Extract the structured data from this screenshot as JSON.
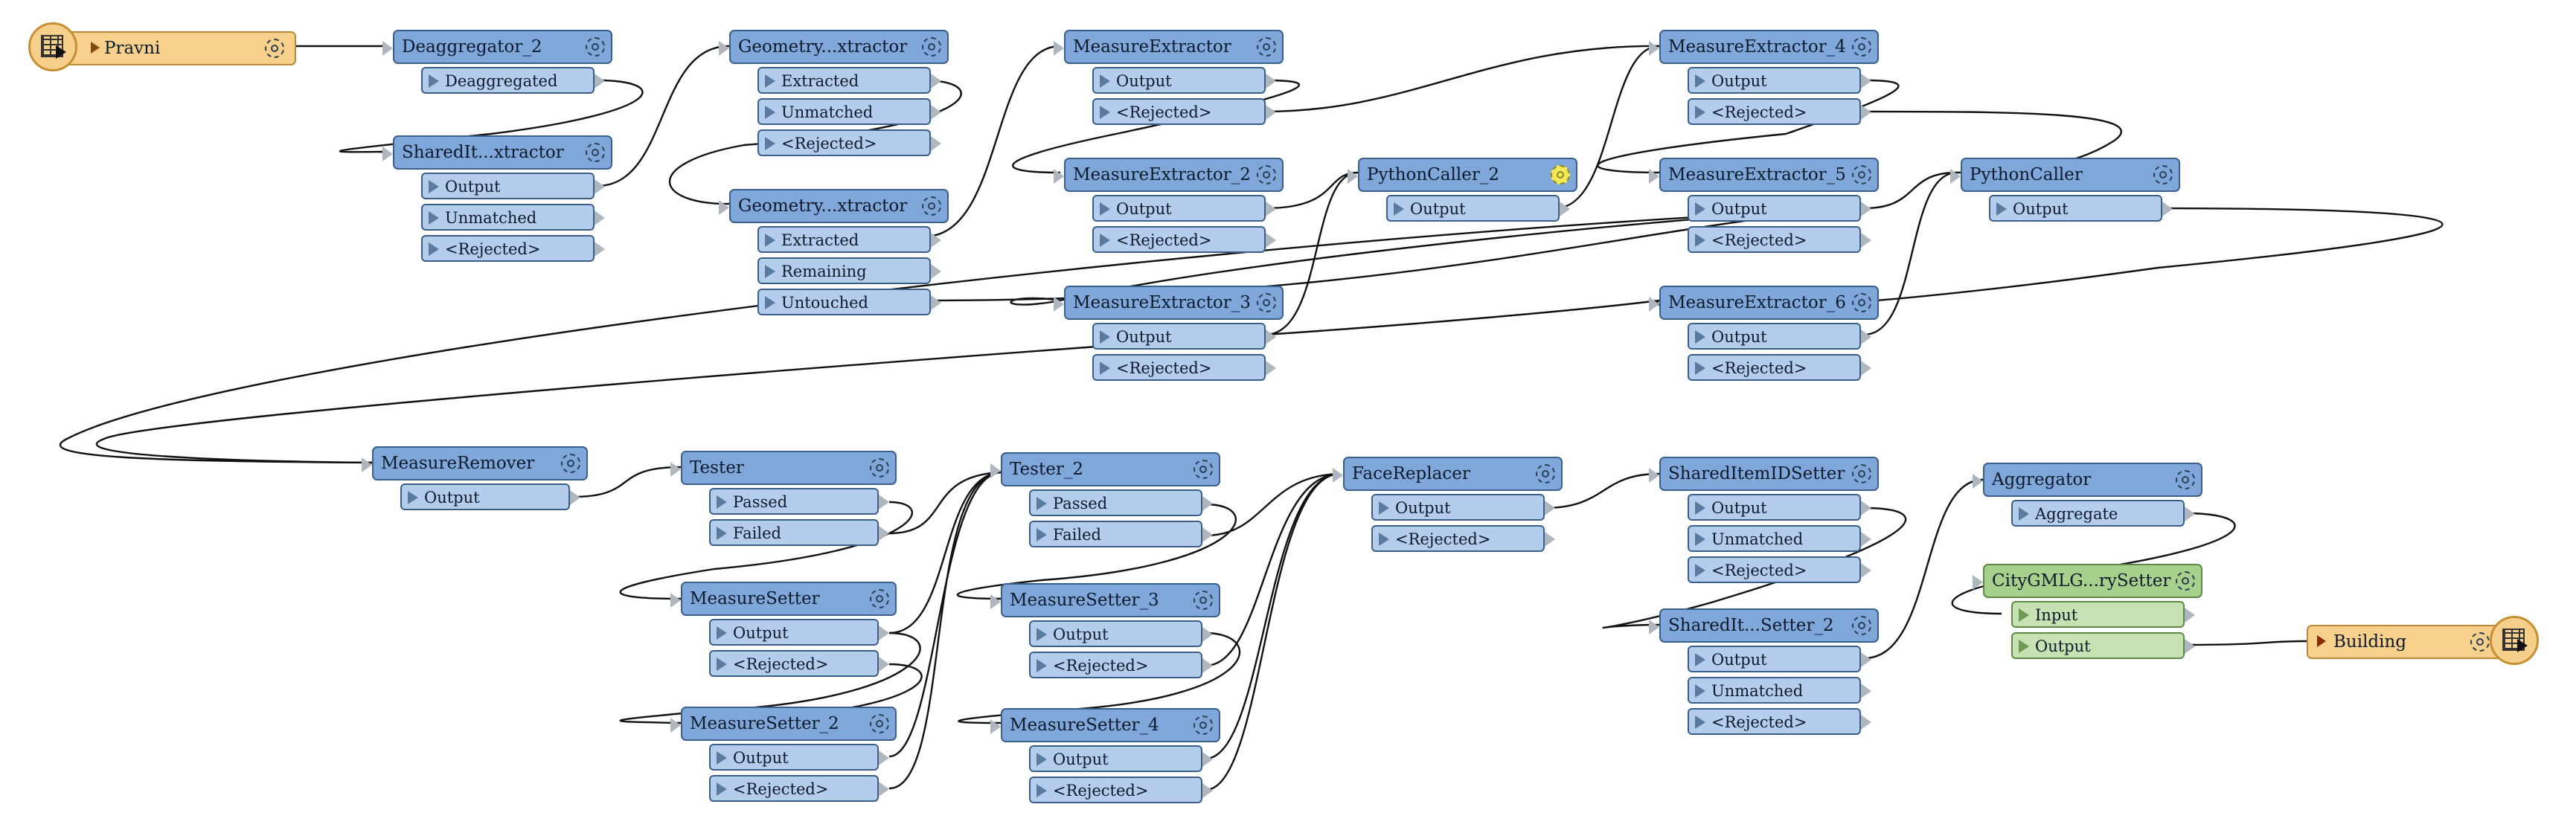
{
  "canvas": {
    "background": "#ffffff"
  },
  "colors": {
    "transformer": "#7fa7da",
    "port": "#b4cdec",
    "writer": "#a6d08c",
    "reader": "#f7d08c",
    "wire": "#111111"
  },
  "icons": {
    "reader": "table-icon",
    "writer": "table-icon",
    "gear": "gear-icon"
  },
  "reader": {
    "label": "Pravni"
  },
  "writer": {
    "label": "Building"
  },
  "transformers": [
    {
      "id": "deaggregator_2",
      "name": "Deaggregator_2",
      "ports": [
        "Deaggregated"
      ]
    },
    {
      "id": "shareditem_extractor",
      "name": "SharedIt...xtractor",
      "ports": [
        "Output",
        "Unmatched",
        "<Rejected>"
      ]
    },
    {
      "id": "geometry_extractor_1",
      "name": "Geometry...xtractor",
      "ports": [
        "Extracted",
        "Unmatched",
        "<Rejected>"
      ]
    },
    {
      "id": "geometry_extractor_2",
      "name": "Geometry...xtractor",
      "ports": [
        "Extracted",
        "Remaining",
        "Untouched"
      ]
    },
    {
      "id": "measureextractor",
      "name": "MeasureExtractor",
      "ports": [
        "Output",
        "<Rejected>"
      ]
    },
    {
      "id": "measureextractor_2",
      "name": "MeasureExtractor_2",
      "ports": [
        "Output",
        "<Rejected>"
      ]
    },
    {
      "id": "measureextractor_3",
      "name": "MeasureExtractor_3",
      "ports": [
        "Output",
        "<Rejected>"
      ]
    },
    {
      "id": "pythoncaller_2",
      "name": "PythonCaller_2",
      "ports": [
        "Output"
      ]
    },
    {
      "id": "measureextractor_4",
      "name": "MeasureExtractor_4",
      "ports": [
        "Output",
        "<Rejected>"
      ]
    },
    {
      "id": "measureextractor_5",
      "name": "MeasureExtractor_5",
      "ports": [
        "Output",
        "<Rejected>"
      ]
    },
    {
      "id": "measureextractor_6",
      "name": "MeasureExtractor_6",
      "ports": [
        "Output",
        "<Rejected>"
      ]
    },
    {
      "id": "pythoncaller",
      "name": "PythonCaller",
      "ports": [
        "Output"
      ]
    },
    {
      "id": "measureremover",
      "name": "MeasureRemover",
      "ports": [
        "Output"
      ]
    },
    {
      "id": "tester",
      "name": "Tester",
      "ports": [
        "Passed",
        "Failed"
      ]
    },
    {
      "id": "measuresetter",
      "name": "MeasureSetter",
      "ports": [
        "Output",
        "<Rejected>"
      ]
    },
    {
      "id": "measuresetter_2",
      "name": "MeasureSetter_2",
      "ports": [
        "Output",
        "<Rejected>"
      ]
    },
    {
      "id": "tester_2",
      "name": "Tester_2",
      "ports": [
        "Passed",
        "Failed"
      ]
    },
    {
      "id": "measuresetter_3",
      "name": "MeasureSetter_3",
      "ports": [
        "Output",
        "<Rejected>"
      ]
    },
    {
      "id": "measuresetter_4",
      "name": "MeasureSetter_4",
      "ports": [
        "Output",
        "<Rejected>"
      ]
    },
    {
      "id": "facereplacer",
      "name": "FaceReplacer",
      "ports": [
        "Output",
        "<Rejected>"
      ]
    },
    {
      "id": "shareditemidsetter",
      "name": "SharedItemIDSetter",
      "ports": [
        "Output",
        "Unmatched",
        "<Rejected>"
      ]
    },
    {
      "id": "shareditemidsetter_2",
      "name": "SharedIt...Setter_2",
      "ports": [
        "Output",
        "Unmatched",
        "<Rejected>"
      ]
    },
    {
      "id": "aggregator",
      "name": "Aggregator",
      "ports": [
        "Aggregate"
      ]
    },
    {
      "id": "citygml_setter",
      "name": "CityGMLG...rySetter",
      "ports": [
        "Input",
        "Output"
      ]
    }
  ]
}
